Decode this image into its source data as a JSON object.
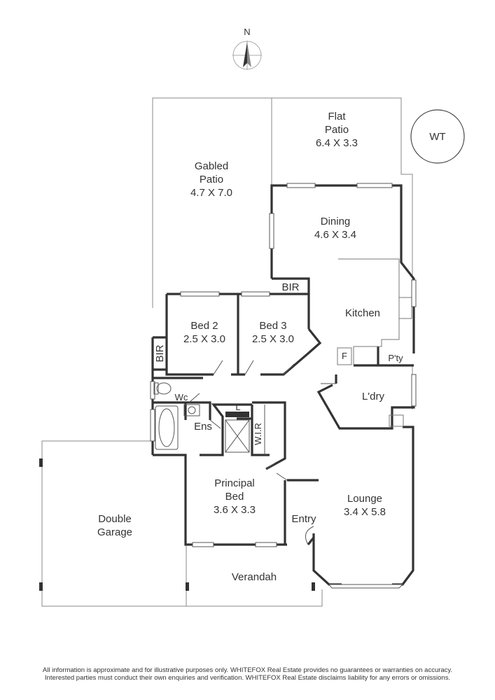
{
  "compass": {
    "north_label": "N"
  },
  "rooms": {
    "flat_patio": {
      "name": "Flat",
      "name2": "Patio",
      "dims": "6.4 X 3.3"
    },
    "gabled_patio": {
      "name": "Gabled",
      "name2": "Patio",
      "dims": "4.7 X 7.0"
    },
    "wt": {
      "name": "WT"
    },
    "dining": {
      "name": "Dining",
      "dims": "4.6 X 3.4"
    },
    "bir_top": {
      "name": "BIR"
    },
    "kitchen": {
      "name": "Kitchen"
    },
    "bed2": {
      "name": "Bed 2",
      "dims": "2.5 X 3.0"
    },
    "bed3": {
      "name": "Bed 3",
      "dims": "2.5 X 3.0"
    },
    "bir_side": {
      "name": "BIR"
    },
    "fridge": {
      "name": "F"
    },
    "pantry": {
      "name": "P'ty"
    },
    "wc": {
      "name": "Wc"
    },
    "laundry": {
      "name": "L'dry"
    },
    "linen": {
      "name": "L"
    },
    "ensuite": {
      "name": "Ens"
    },
    "wir": {
      "name": "W.I.R"
    },
    "principal_bed": {
      "name": "Principal",
      "name2": "Bed",
      "dims": "3.6 X 3.3"
    },
    "double_garage": {
      "name": "Double",
      "name2": "Garage"
    },
    "entry": {
      "name": "Entry"
    },
    "lounge": {
      "name": "Lounge",
      "dims": "3.4 X 5.8"
    },
    "verandah": {
      "name": "Verandah"
    }
  },
  "disclaimer": {
    "line1": "All information is approximate and for illustrative purposes only. WHITEFOX Real Estate provides no guarantees or warranties on accuracy.",
    "line2": "Interested parties must conduct their own enquiries and verification. WHITEFOX Real Estate disclaims liability for any errors or omissions."
  }
}
